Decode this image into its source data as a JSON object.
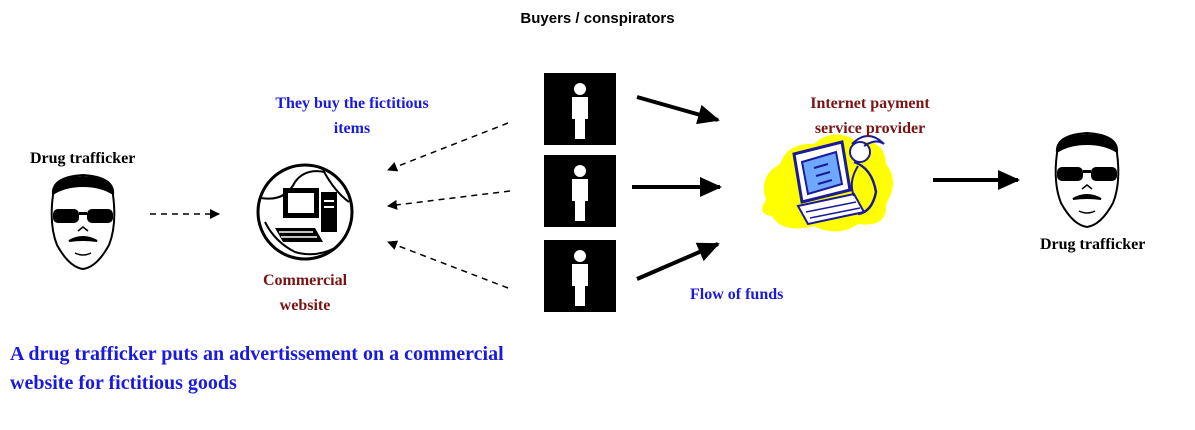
{
  "title": "Buyers / conspirators",
  "labels": {
    "left_trafficker": "Drug trafficker",
    "they_buy": "They buy the fictitious items",
    "commercial": "Commercial",
    "website": "website",
    "payment_line1": "Internet payment",
    "payment_line2": "service provider",
    "flow": "Flow of funds",
    "right_trafficker": "Drug trafficker"
  },
  "caption": "A drug trafficker puts an advertissement on a commercial website for fictitious goods",
  "colors": {
    "blue_text": "#1a1adf",
    "maroon_text": "#7a1414",
    "buyer_box": "#000000",
    "payment_blob": "#ffff00"
  },
  "icons": {
    "trafficker": "man-sunglasses-mustache-icon",
    "website": "computer-globe-icon",
    "buyer": "person-silhouette-icon",
    "payment": "person-at-computer-icon"
  }
}
